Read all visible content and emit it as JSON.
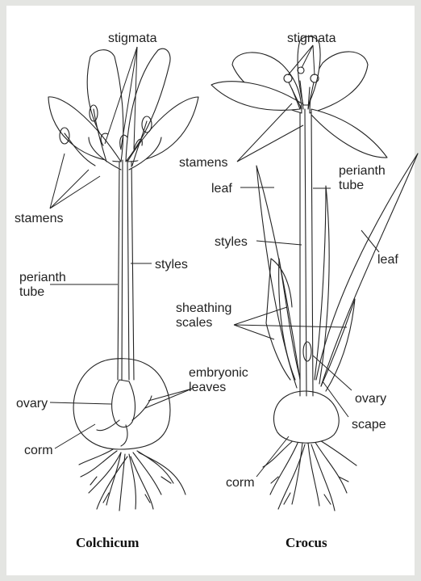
{
  "colchicum": {
    "title": "Colchicum",
    "labels": {
      "stigmata": "stigmata",
      "stamens": "stamens",
      "perianth_tube_1": "perianth",
      "perianth_tube_2": "tube",
      "styles": "styles",
      "embryonic_leaves_1": "embryonic",
      "embryonic_leaves_2": "leaves",
      "ovary": "ovary",
      "corm": "corm"
    }
  },
  "crocus": {
    "title": "Crocus",
    "labels": {
      "stigmata": "stigmata",
      "stamens": "stamens",
      "perianth_tube_1": "perianth",
      "perianth_tube_2": "tube",
      "leaf_left": "leaf",
      "leaf_right": "leaf",
      "styles": "styles",
      "sheathing_scales_1": "sheathing",
      "sheathing_scales_2": "scales",
      "ovary": "ovary",
      "scape": "scape",
      "corm": "corm"
    }
  }
}
